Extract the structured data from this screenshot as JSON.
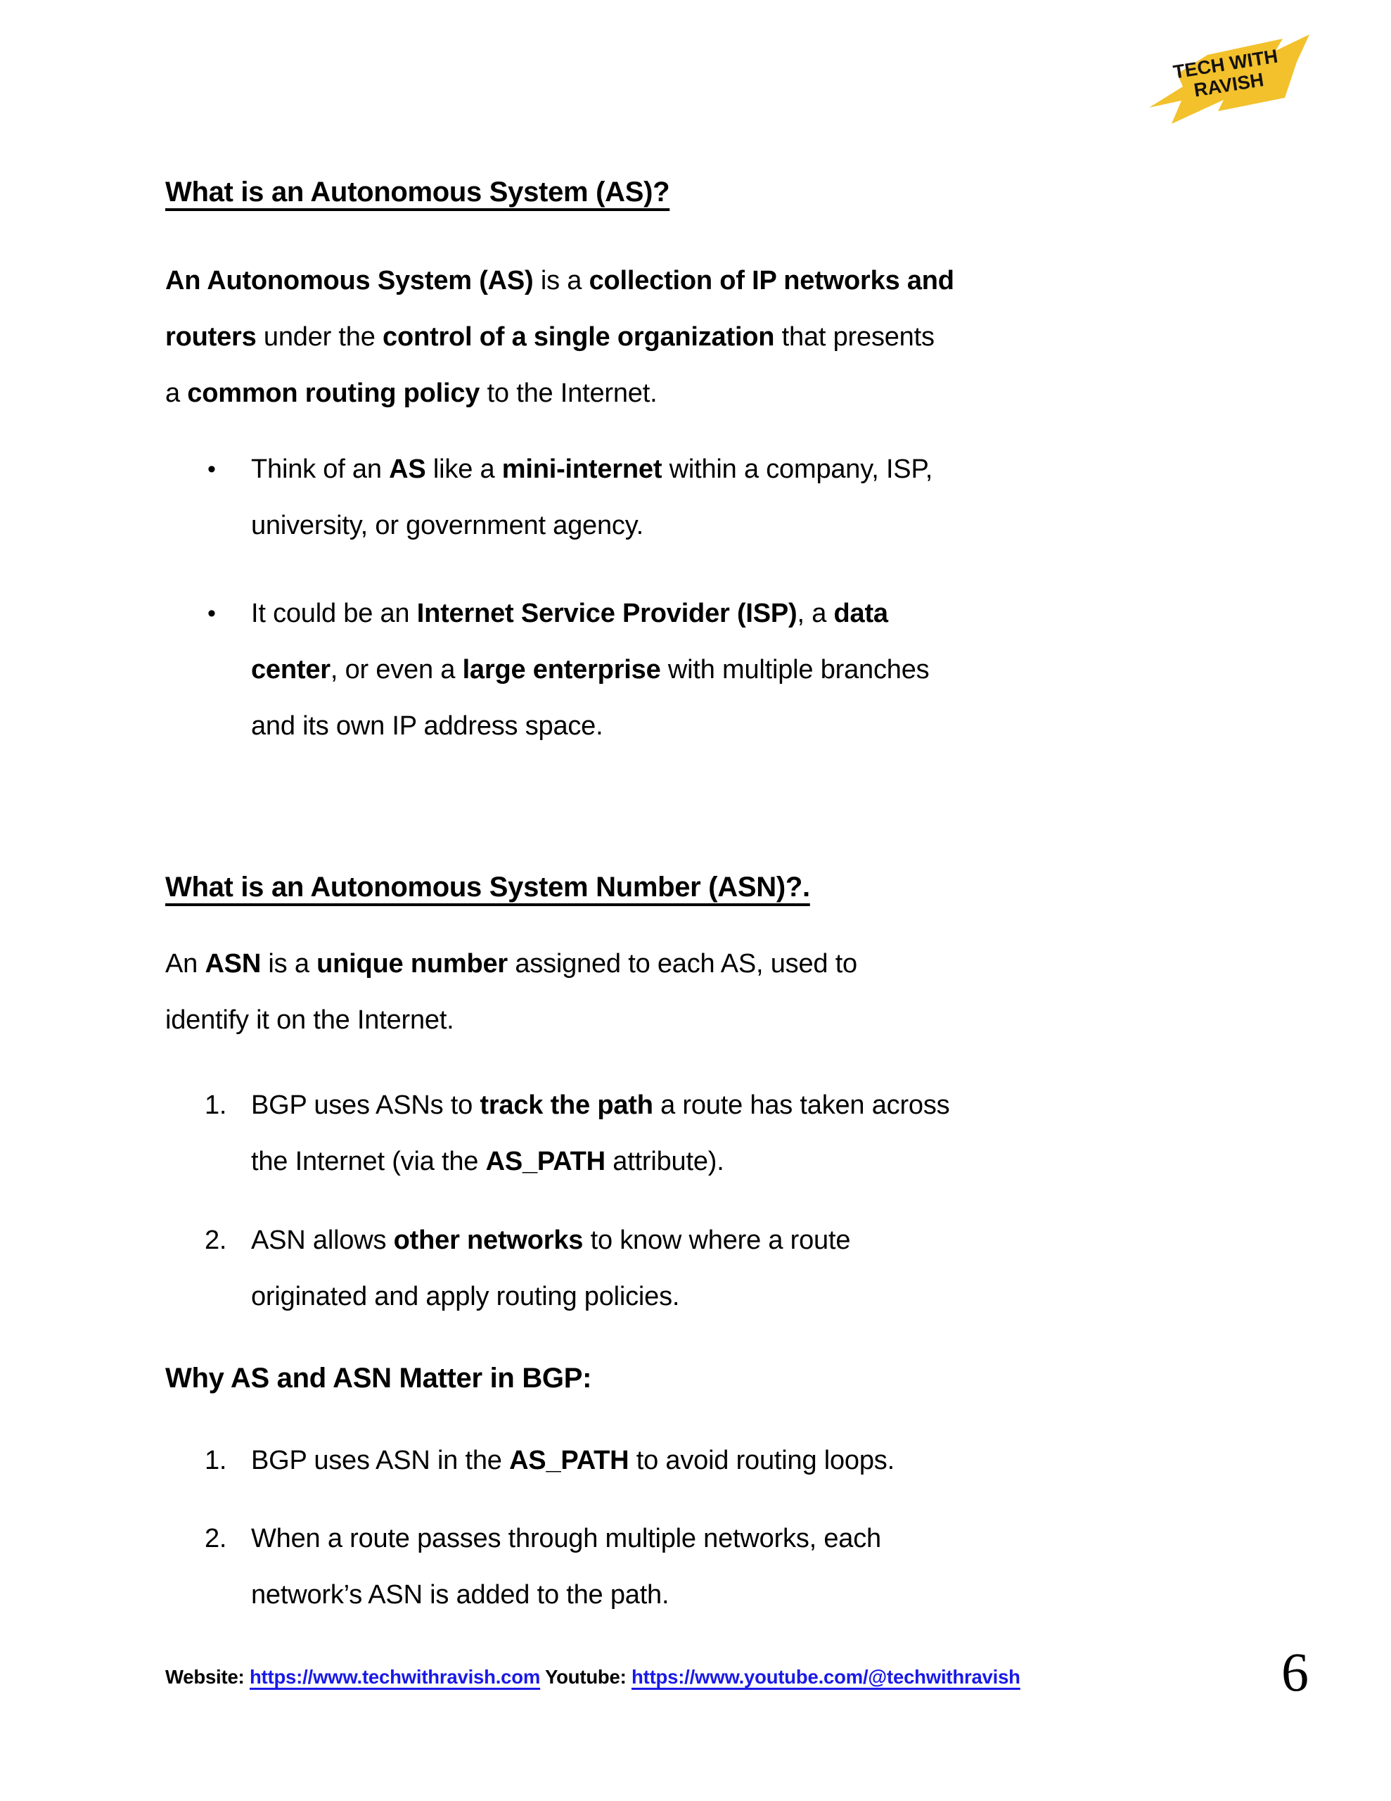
{
  "logo": {
    "line1": "TECH WITH",
    "line2": "RAVISH",
    "badge_color": "#F2C12C",
    "text_color": "#151210"
  },
  "content": {
    "heading1": {
      "text": "What is an Autonomous System (AS)?"
    },
    "para1": {
      "lines": [
        [
          {
            "t": "An Autonomous System (AS)",
            "b": 1
          },
          {
            "t": " is a "
          },
          {
            "t": "collection of IP networks and",
            "b": 1
          }
        ],
        [
          {
            "t": "routers",
            "b": 1
          },
          {
            "t": " under the "
          },
          {
            "t": "control of a single organization",
            "b": 1
          },
          {
            "t": " that presents"
          }
        ],
        [
          {
            "t": "a "
          },
          {
            "t": "common routing policy",
            "b": 1
          },
          {
            "t": " to the Internet."
          }
        ]
      ]
    },
    "bullet1": {
      "marker": "•",
      "lines": [
        [
          {
            "t": "Think of an "
          },
          {
            "t": "AS",
            "b": 1
          },
          {
            "t": " like a "
          },
          {
            "t": "mini-internet",
            "b": 1
          },
          {
            "t": " within a company, ISP,"
          }
        ],
        [
          {
            "t": "university, or government agency."
          }
        ]
      ]
    },
    "bullet2": {
      "marker": "•",
      "lines": [
        [
          {
            "t": "It could be an "
          },
          {
            "t": "Internet Service Provider (ISP)",
            "b": 1
          },
          {
            "t": ", a "
          },
          {
            "t": "data",
            "b": 1
          }
        ],
        [
          {
            "t": "center",
            "b": 1
          },
          {
            "t": ", or even a "
          },
          {
            "t": "large enterprise",
            "b": 1
          },
          {
            "t": " with multiple branches"
          }
        ],
        [
          {
            "t": "and its own IP address space."
          }
        ]
      ]
    },
    "heading2": {
      "text": "What is an Autonomous System Number (ASN)?."
    },
    "para2": {
      "lines": [
        [
          {
            "t": "An "
          },
          {
            "t": "ASN",
            "b": 1
          },
          {
            "t": " is a "
          },
          {
            "t": "unique number",
            "b": 1
          },
          {
            "t": " assigned to each AS, used to"
          }
        ],
        [
          {
            "t": "identify it on the Internet."
          }
        ]
      ]
    },
    "numlist1": [
      {
        "marker": "1.",
        "lines": [
          [
            {
              "t": "BGP uses ASNs to "
            },
            {
              "t": "track the path",
              "b": 1
            },
            {
              "t": " a route has taken across"
            }
          ],
          [
            {
              "t": "the Internet (via the "
            },
            {
              "t": "AS_PATH",
              "b": 1
            },
            {
              "t": " attribute)."
            }
          ]
        ]
      },
      {
        "marker": "2.",
        "lines": [
          [
            {
              "t": "ASN allows "
            },
            {
              "t": "other networks",
              "b": 1
            },
            {
              "t": " to know where a route"
            }
          ],
          [
            {
              "t": "originated and apply routing policies."
            }
          ]
        ]
      }
    ],
    "heading3": {
      "text": "Why AS and ASN Matter in BGP:"
    },
    "numlist2": [
      {
        "marker": "1.",
        "lines": [
          [
            {
              "t": "BGP uses ASN in the "
            },
            {
              "t": "AS_PATH",
              "b": 1
            },
            {
              "t": " to avoid routing loops."
            }
          ]
        ]
      },
      {
        "marker": "2.",
        "lines": [
          [
            {
              "t": "When a route passes through multiple networks, each"
            }
          ],
          [
            {
              "t": "network’s ASN is added to the path."
            }
          ]
        ]
      }
    ]
  },
  "footer": {
    "runs": [
      {
        "t": "Website: ",
        "b": 1
      },
      {
        "t": "https://www.techwithravish.com",
        "b": 1,
        "link": 1
      },
      {
        "t": " Youtube: ",
        "b": 1
      },
      {
        "t": "https://www.youtube.com/@techwithravish",
        "b": 1,
        "link": 1
      }
    ],
    "link_color": "#1919E6"
  },
  "page_number": "6"
}
